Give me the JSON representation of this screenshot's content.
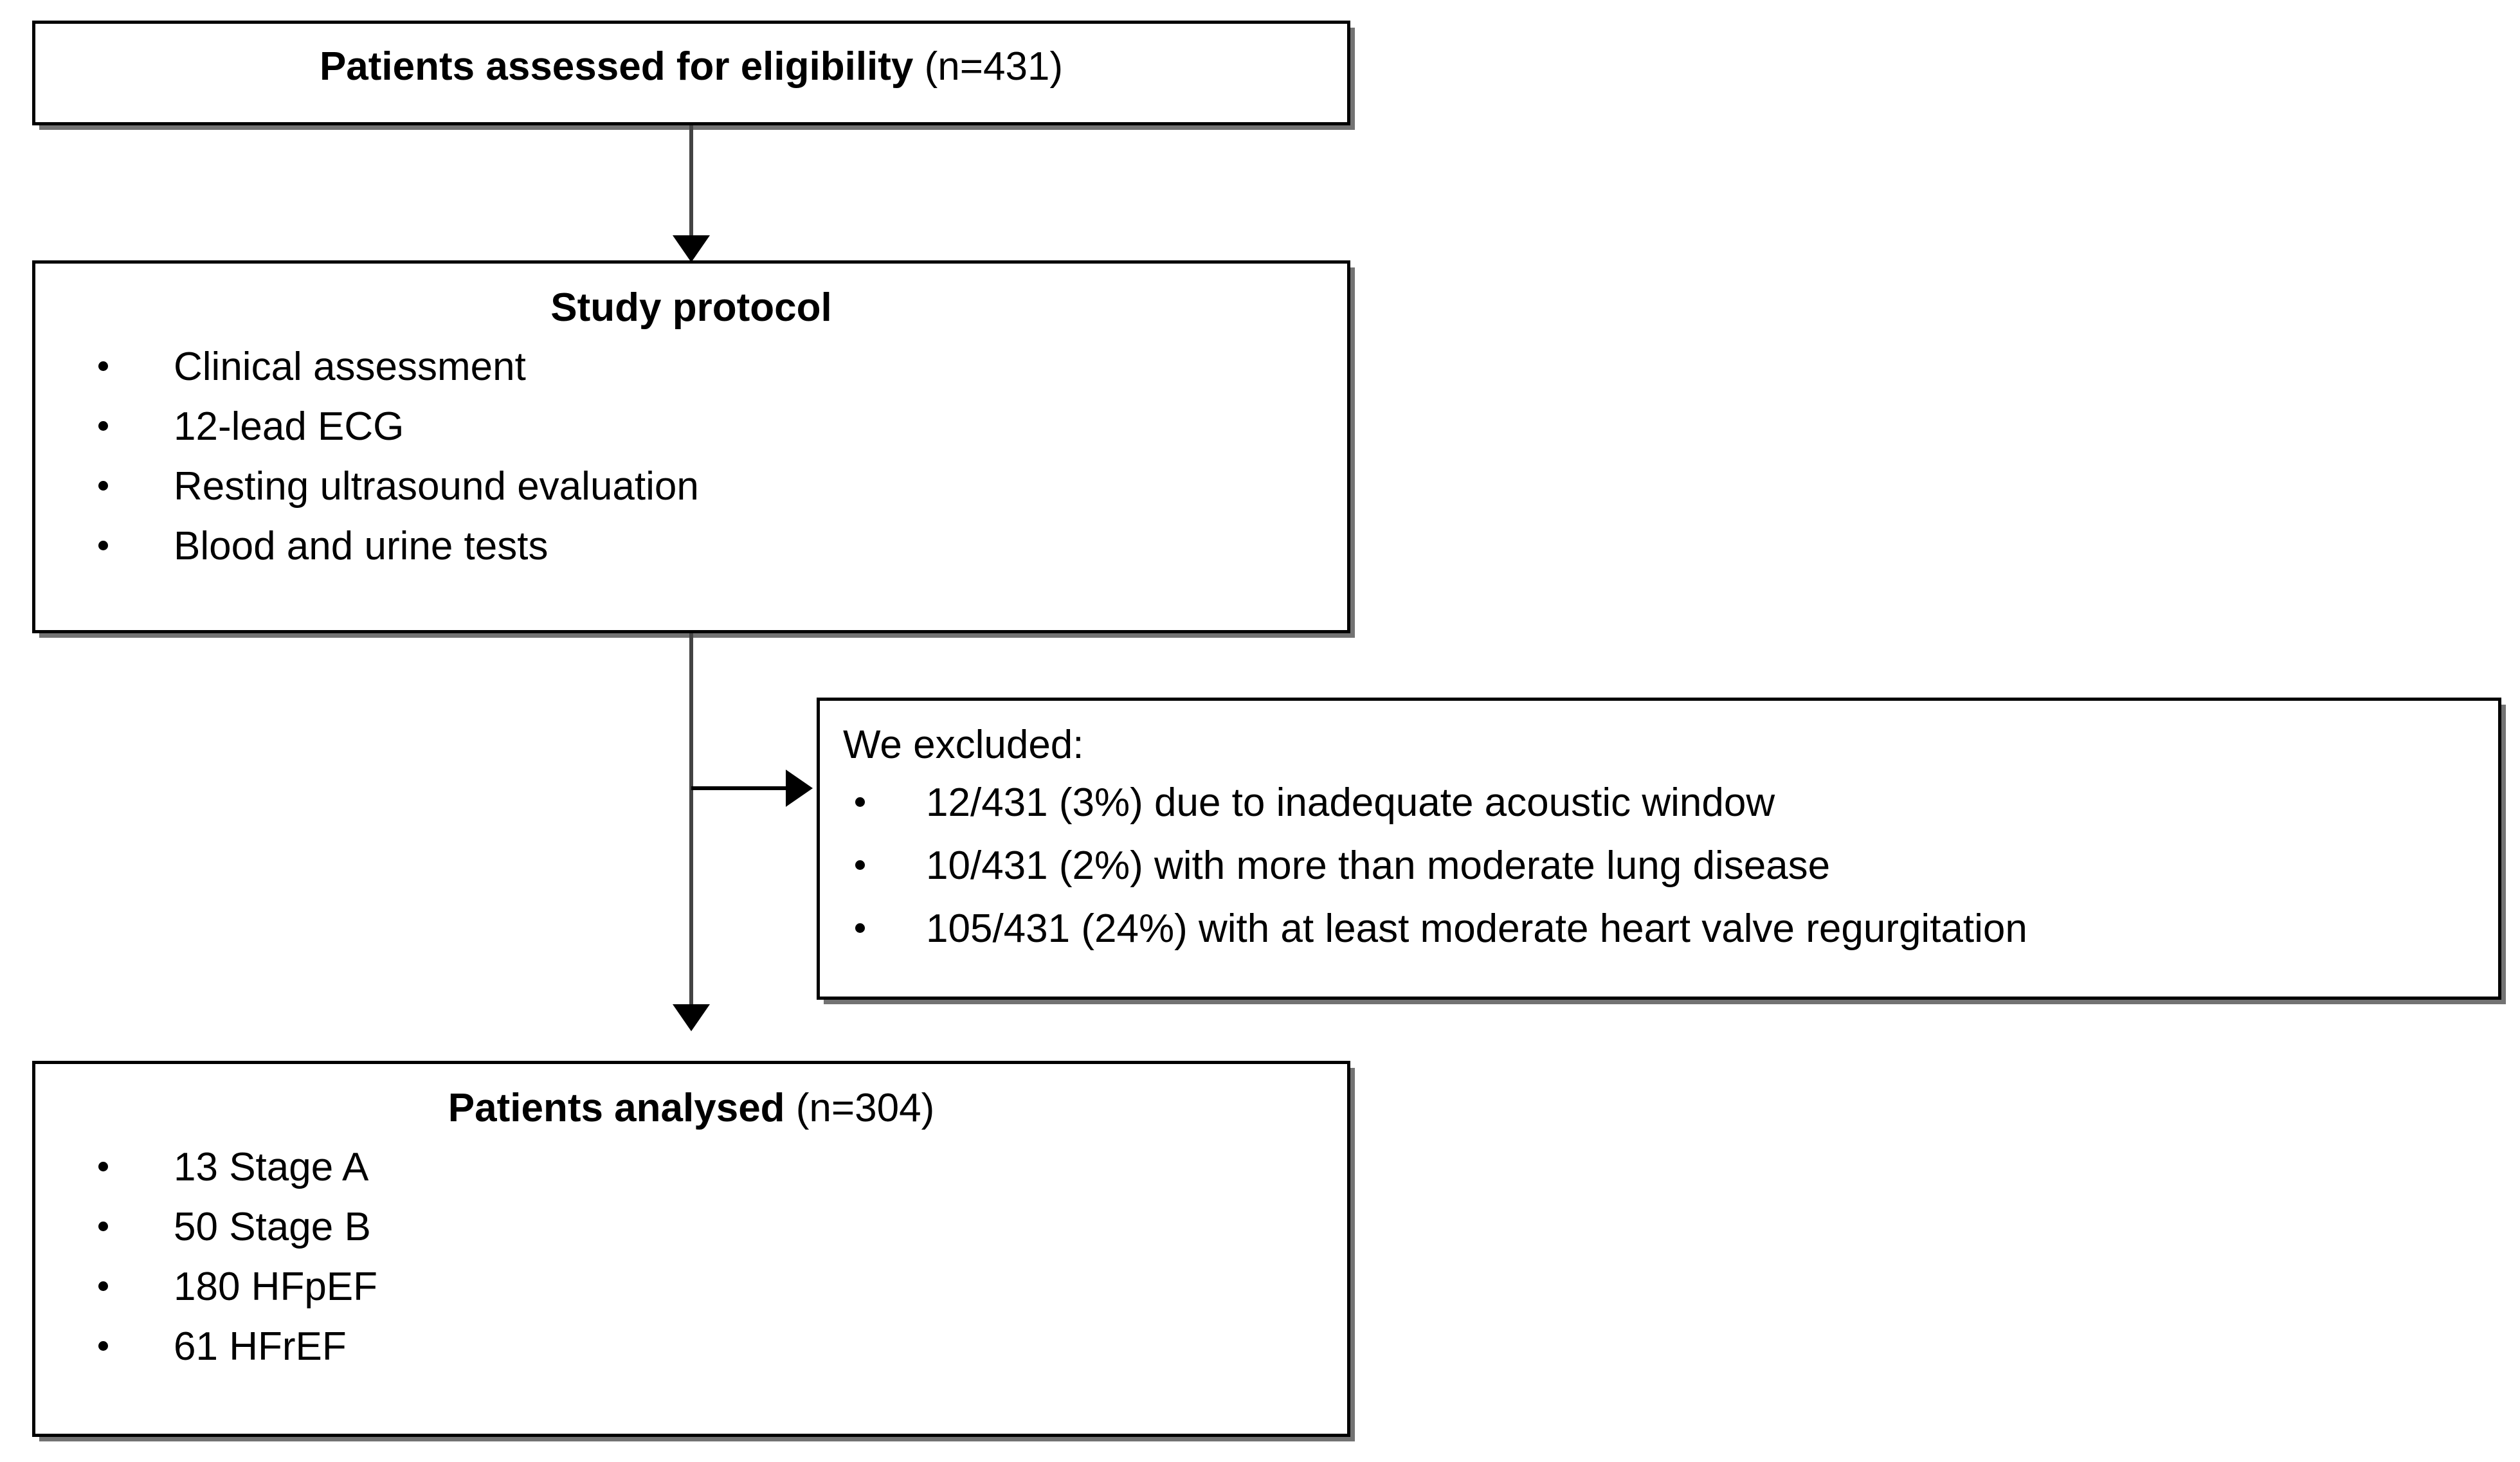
{
  "diagram": {
    "type": "study-flow-chart",
    "boxes": {
      "eligibility": {
        "title_bold": "Patients assessed for eligibility",
        "title_regular": " (n=431)",
        "n": 431
      },
      "protocol": {
        "title": "Study protocol",
        "items": [
          "Clinical assessment",
          "12-lead ECG",
          "Resting ultrasound evaluation",
          "Blood and urine tests"
        ]
      },
      "excluded": {
        "heading": "We excluded:",
        "items": [
          "12/431 (3%) due to inadequate acoustic window",
          "10/431 (2%) with more than moderate lung disease",
          "105/431 (24%) with at least moderate heart valve regurgitation"
        ]
      },
      "analysed": {
        "title_bold": "Patients analysed",
        "title_regular": " (n=304)",
        "n": 304,
        "items": [
          "13 Stage A",
          "50 Stage B",
          "180 HFpEF",
          "61 HFrEF"
        ]
      }
    },
    "connectors": [
      {
        "name": "eligibility-to-protocol",
        "direction": "down"
      },
      {
        "name": "protocol-to-analysed",
        "direction": "down"
      },
      {
        "name": "protocol-to-excluded",
        "direction": "right"
      }
    ],
    "colors": {
      "border": "#000000",
      "background": "#ffffff",
      "text": "#000000",
      "shadow": "#5a5a5a",
      "connector": "#444444"
    }
  }
}
